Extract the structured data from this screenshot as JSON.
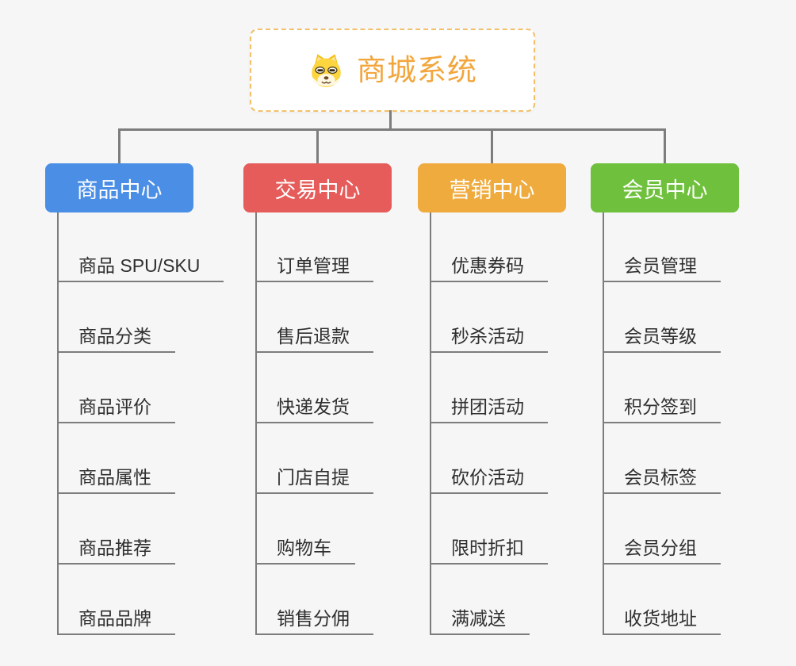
{
  "root": {
    "title": "商城系统",
    "icon": "dog-face-icon"
  },
  "branches": [
    {
      "label": "商品中心",
      "color": "#4a8ee6",
      "children": [
        "商品 SPU/SKU",
        "商品分类",
        "商品评价",
        "商品属性",
        "商品推荐",
        "商品品牌"
      ]
    },
    {
      "label": "交易中心",
      "color": "#e55c5a",
      "children": [
        "订单管理",
        "售后退款",
        "快递发货",
        "门店自提",
        "购物车",
        "销售分佣"
      ]
    },
    {
      "label": "营销中心",
      "color": "#efab3e",
      "children": [
        "优惠券码",
        "秒杀活动",
        "拼团活动",
        "砍价活动",
        "限时折扣",
        "满减送"
      ]
    },
    {
      "label": "会员中心",
      "color": "#6fc13d",
      "children": [
        "会员管理",
        "会员等级",
        "积分签到",
        "会员标签",
        "会员分组",
        "收货地址"
      ]
    }
  ],
  "colors": {
    "canvas_background": "#f6f6f6",
    "connector_line": "#7d7d7d",
    "root_border": "#f3c06a",
    "root_text": "#f2a63d",
    "child_text": "#2f2f2f"
  }
}
